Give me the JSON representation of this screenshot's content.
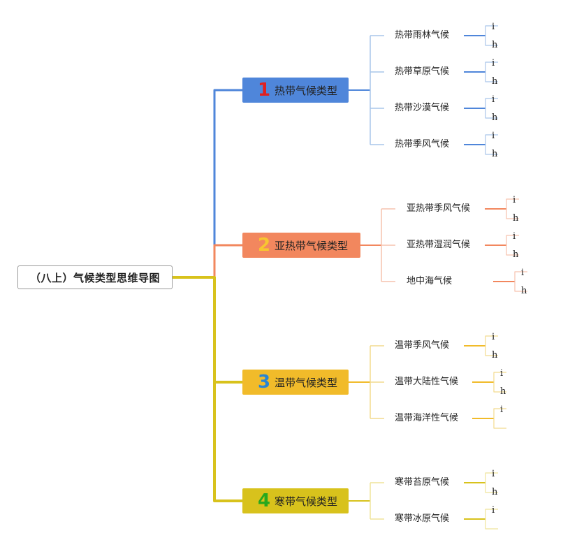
{
  "root": {
    "label": "（八上）气候类型思维导图"
  },
  "categories": [
    {
      "num": "1",
      "label": "热带气候类型",
      "color": "#4f86da",
      "num_color": "#e02020",
      "subs": [
        {
          "label": "热带雨林气候",
          "leaves": [
            "i",
            "h"
          ]
        },
        {
          "label": "热带草原气候",
          "leaves": [
            "i",
            "h"
          ]
        },
        {
          "label": "热带沙漠气候",
          "leaves": [
            "i",
            "h"
          ]
        },
        {
          "label": "热带季风气候",
          "leaves": [
            "i",
            "h"
          ]
        }
      ]
    },
    {
      "num": "2",
      "label": "亚热带气候类型",
      "color": "#f2875e",
      "num_color": "#f7c531",
      "subs": [
        {
          "label": "亚热带季风气候",
          "leaves": [
            "i",
            "h"
          ]
        },
        {
          "label": "亚热带湿润气候",
          "leaves": [
            "i",
            "h"
          ]
        },
        {
          "label": "地中海气候",
          "leaves": [
            "i",
            "h"
          ]
        }
      ]
    },
    {
      "num": "3",
      "label": "温带气候类型",
      "color": "#f1bb2a",
      "num_color": "#2a85d3",
      "subs": [
        {
          "label": "温带季风气候",
          "leaves": [
            "i",
            "h"
          ]
        },
        {
          "label": "温带大陆性气候",
          "leaves": [
            "i",
            "h"
          ]
        },
        {
          "label": "温带海洋性气候",
          "leaves": [
            "i",
            ""
          ]
        }
      ]
    },
    {
      "num": "4",
      "label": "寒带气候类型",
      "color": "#d8c21c",
      "num_color": "#27a81e",
      "subs": [
        {
          "label": "寒带苔原气候",
          "leaves": [
            "i",
            "h"
          ]
        },
        {
          "label": "寒带冰原气候",
          "leaves": [
            "i",
            ""
          ]
        }
      ]
    }
  ],
  "colors": {
    "blue": "#4f86da",
    "blue_light": "#a9c5ea",
    "orange": "#f2875e",
    "orange_light": "#f6c2ad",
    "yellow": "#f1bb2a",
    "yellow_light": "#f2da8e",
    "olive": "#d8c21c"
  }
}
